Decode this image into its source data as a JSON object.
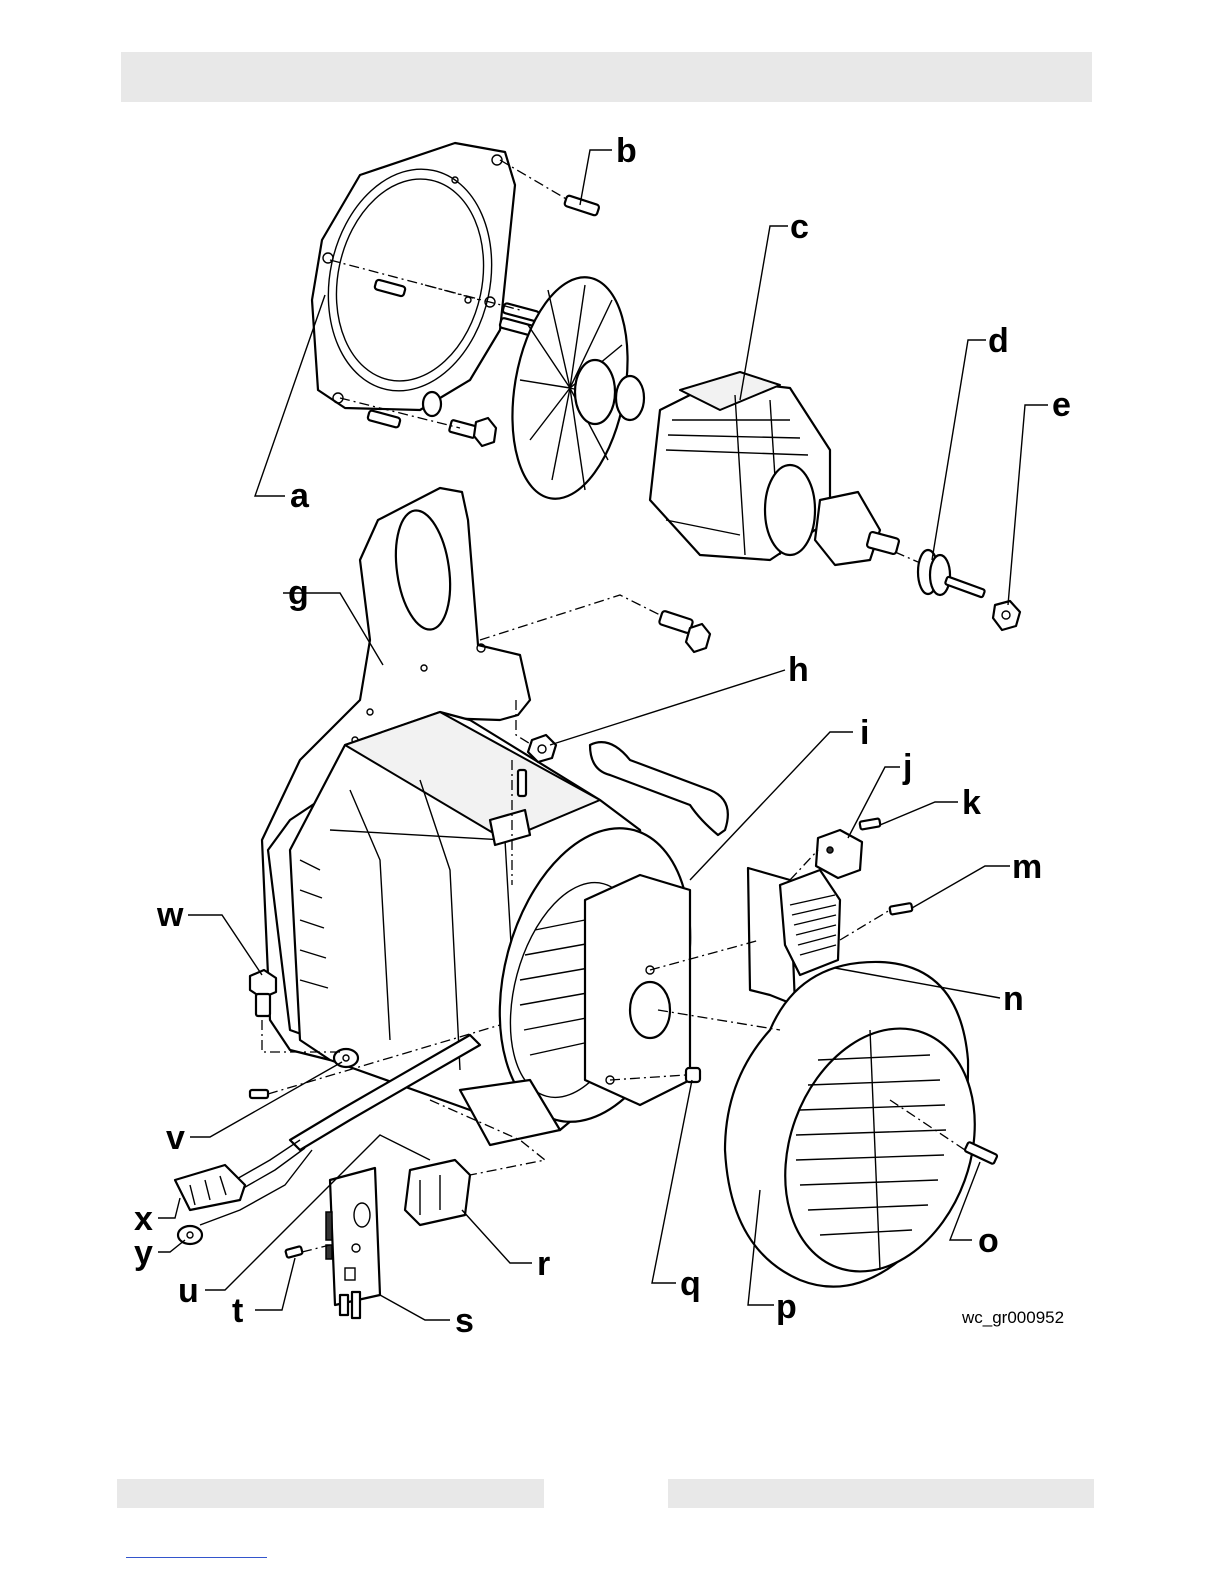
{
  "header": {
    "text": ""
  },
  "footer": {
    "left_text": "",
    "right_text": ""
  },
  "diagram": {
    "figure_id": "wc_gr000952",
    "callouts": [
      {
        "id": "a",
        "label": "a"
      },
      {
        "id": "b",
        "label": "b"
      },
      {
        "id": "c",
        "label": "c"
      },
      {
        "id": "d",
        "label": "d"
      },
      {
        "id": "e",
        "label": "e"
      },
      {
        "id": "g",
        "label": "g"
      },
      {
        "id": "h",
        "label": "h"
      },
      {
        "id": "i",
        "label": "i"
      },
      {
        "id": "j",
        "label": "j"
      },
      {
        "id": "k",
        "label": "k"
      },
      {
        "id": "m",
        "label": "m"
      },
      {
        "id": "n",
        "label": "n"
      },
      {
        "id": "o",
        "label": "o"
      },
      {
        "id": "p",
        "label": "p"
      },
      {
        "id": "q",
        "label": "q"
      },
      {
        "id": "r",
        "label": "r"
      },
      {
        "id": "s",
        "label": "s"
      },
      {
        "id": "t",
        "label": "t"
      },
      {
        "id": "u",
        "label": "u"
      },
      {
        "id": "v",
        "label": "v"
      },
      {
        "id": "w",
        "label": "w"
      },
      {
        "id": "x",
        "label": "x"
      },
      {
        "id": "y",
        "label": "y"
      }
    ]
  }
}
